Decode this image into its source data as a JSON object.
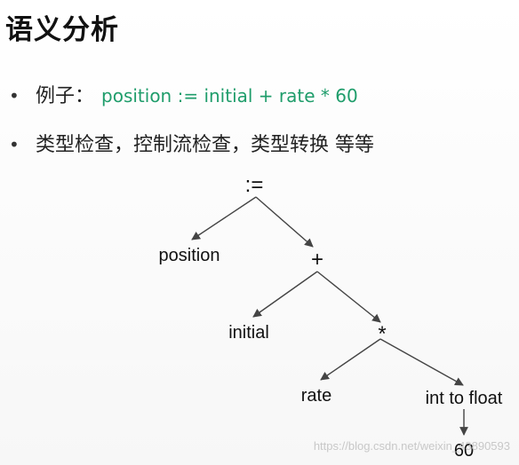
{
  "title": "语义分析",
  "bullets": [
    {
      "symbol": "•",
      "label": "例子：",
      "code": "position := initial + rate * 60"
    },
    {
      "symbol": "•",
      "label": "类型检查，控制流检查，类型转换 等等"
    }
  ],
  "tree": {
    "nodes": {
      "root": ":=",
      "position": "position",
      "plus": "+",
      "initial": "initial",
      "star": "*",
      "rate": "rate",
      "int_to_float": "int to float",
      "sixty": "60"
    }
  },
  "watermark": "https://blog.csdn.net/weixin_43890593"
}
